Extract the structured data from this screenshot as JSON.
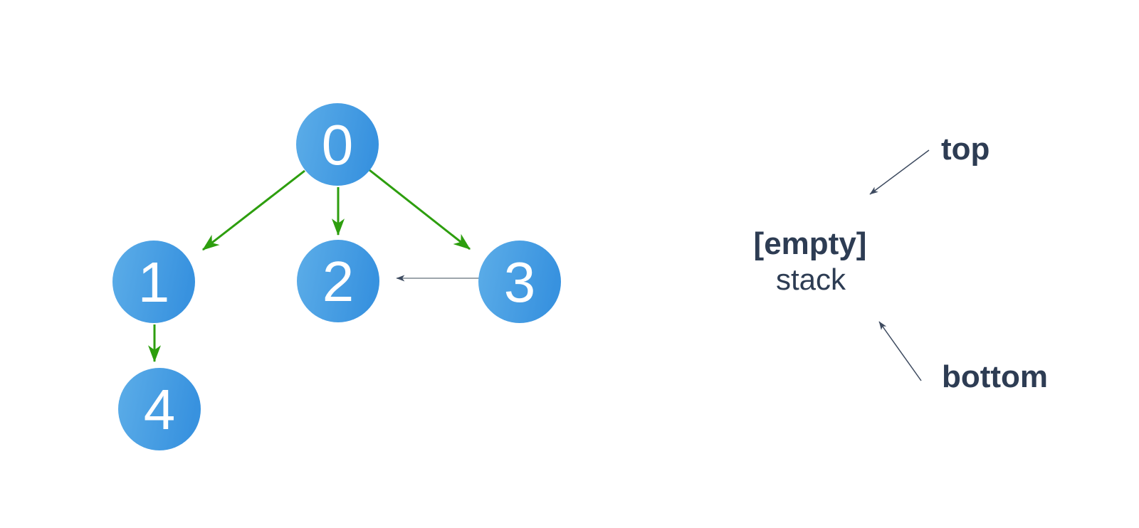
{
  "background_color": "#ffffff",
  "diagram": {
    "type": "graph",
    "description": "Directed graph traversal illustration with an empty stack panel",
    "nodes": [
      {
        "id": 0,
        "label": "0"
      },
      {
        "id": 1,
        "label": "1"
      },
      {
        "id": 2,
        "label": "2"
      },
      {
        "id": 3,
        "label": "3"
      },
      {
        "id": 4,
        "label": "4"
      }
    ],
    "edges": [
      {
        "from": 0,
        "to": 1,
        "style": "visited-green"
      },
      {
        "from": 0,
        "to": 2,
        "style": "visited-green"
      },
      {
        "from": 0,
        "to": 3,
        "style": "visited-green"
      },
      {
        "from": 1,
        "to": 4,
        "style": "visited-green"
      },
      {
        "from": 3,
        "to": 2,
        "style": "plain-gray"
      }
    ],
    "colors": {
      "node_fill_light": "#56a9e7",
      "node_fill_dark": "#3892df",
      "node_text": "#ffffff",
      "green_edge": "#2d9e0e",
      "gray_edge": "#7e8890",
      "navy": "#2d3c53"
    }
  },
  "stack_panel": {
    "top_label": "top",
    "state_label": "[empty]",
    "name_label": "stack",
    "bottom_label": "bottom"
  }
}
